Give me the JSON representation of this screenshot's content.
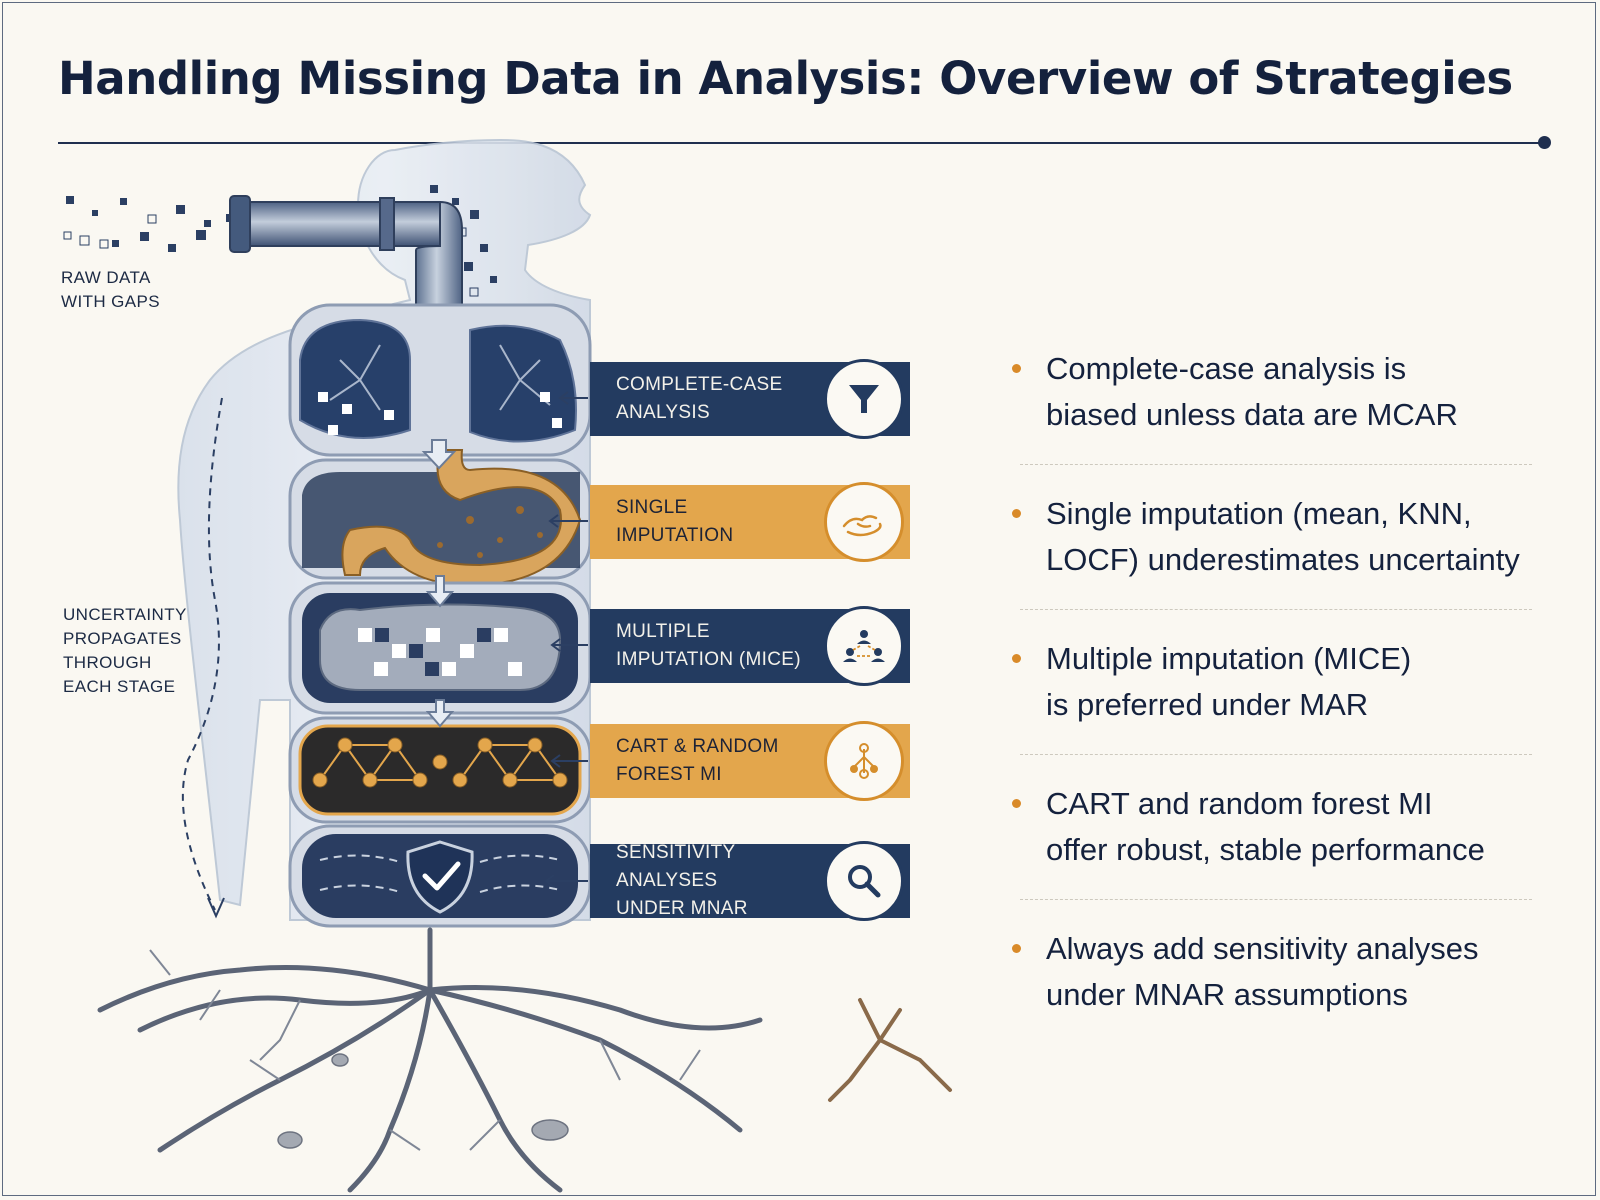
{
  "title": "Handling Missing Data in Analysis: Overview of Strategies",
  "labels": {
    "raw_data": "RAW DATA\nWITH GAPS",
    "uncertainty": "UNCERTAINTY\nPROPAGATES\nTHROUGH\nEACH STAGE"
  },
  "stages": [
    {
      "label": "COMPLETE-CASE\nANALYSIS",
      "icon": "funnel-icon",
      "color": "navy"
    },
    {
      "label": "SINGLE\nIMPUTATION",
      "icon": "hand-icon",
      "color": "gold"
    },
    {
      "label": "MULTIPLE\nIMPUTATION (MICE)",
      "icon": "people-network-icon",
      "color": "navy"
    },
    {
      "label": "CART & RANDOM\nFOREST MI",
      "icon": "tree-network-icon",
      "color": "gold"
    },
    {
      "label": "SENSITIVITY ANALYSES\nUNDER MNAR",
      "icon": "magnifier-icon",
      "color": "navy"
    }
  ],
  "takeaways": [
    "Complete-case analysis is\nbiased unless data are MCAR",
    "Single imputation (mean, KNN,\nLOCF) underestimates uncertainty",
    "Multiple imputation (MICE)\nis preferred under MAR",
    "CART and random forest MI\noffer robust, stable performance",
    "Always add sensitivity analyses\nunder MNAR assumptions"
  ],
  "colors": {
    "navy": "#233b60",
    "gold": "#e3a64c",
    "accent": "#d98a29",
    "background": "#faf8f2"
  }
}
